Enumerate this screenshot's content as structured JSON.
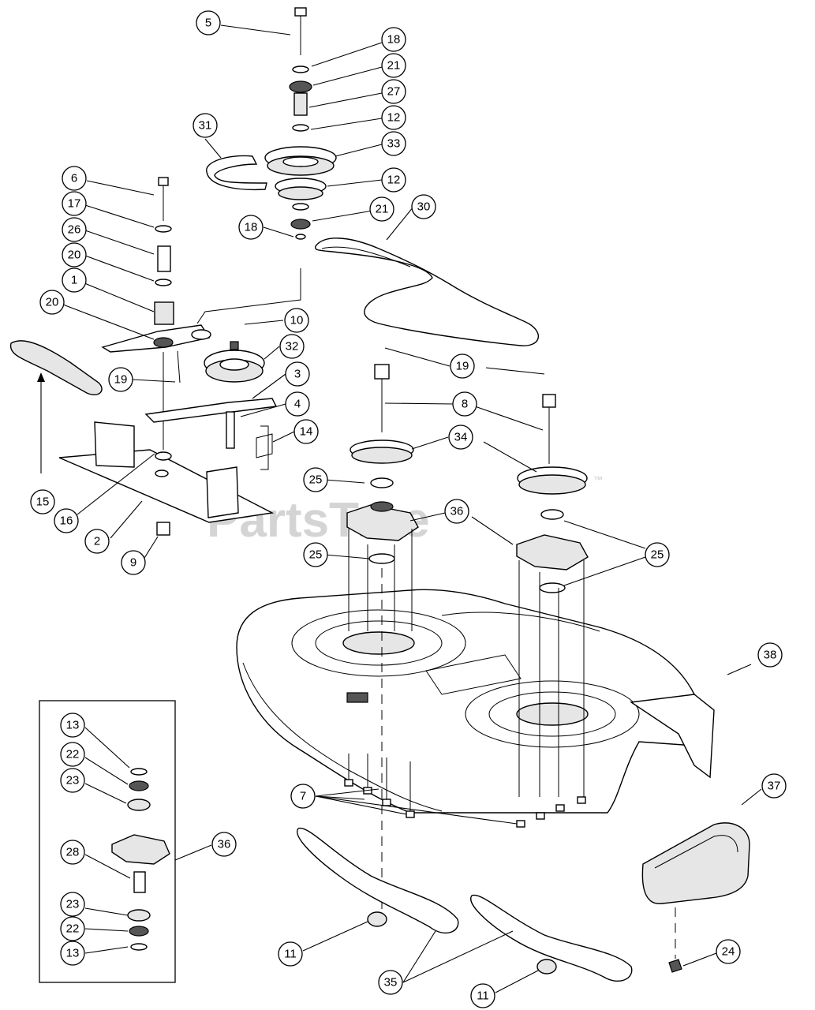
{
  "watermark": {
    "text": "PartsTree",
    "trademark": "™"
  },
  "callouts": [
    {
      "id": "c5",
      "label": "5"
    },
    {
      "id": "c18a",
      "label": "18"
    },
    {
      "id": "c21a",
      "label": "21"
    },
    {
      "id": "c27",
      "label": "27"
    },
    {
      "id": "c12a",
      "label": "12"
    },
    {
      "id": "c31",
      "label": "31"
    },
    {
      "id": "c33",
      "label": "33"
    },
    {
      "id": "c12b",
      "label": "12"
    },
    {
      "id": "c6",
      "label": "6"
    },
    {
      "id": "c21b",
      "label": "21"
    },
    {
      "id": "c30",
      "label": "30"
    },
    {
      "id": "c17",
      "label": "17"
    },
    {
      "id": "c18b",
      "label": "18"
    },
    {
      "id": "c26",
      "label": "26"
    },
    {
      "id": "c20a",
      "label": "20"
    },
    {
      "id": "c1",
      "label": "1"
    },
    {
      "id": "c20b",
      "label": "20"
    },
    {
      "id": "c10",
      "label": "10"
    },
    {
      "id": "c32",
      "label": "32"
    },
    {
      "id": "c19a",
      "label": "19"
    },
    {
      "id": "c19b",
      "label": "19"
    },
    {
      "id": "c3",
      "label": "3"
    },
    {
      "id": "c4",
      "label": "4"
    },
    {
      "id": "c8",
      "label": "8"
    },
    {
      "id": "c14",
      "label": "14"
    },
    {
      "id": "c34",
      "label": "34"
    },
    {
      "id": "c25a",
      "label": "25"
    },
    {
      "id": "c36a",
      "label": "36"
    },
    {
      "id": "c15",
      "label": "15"
    },
    {
      "id": "c16",
      "label": "16"
    },
    {
      "id": "c2",
      "label": "2"
    },
    {
      "id": "c9",
      "label": "9"
    },
    {
      "id": "c25b",
      "label": "25"
    },
    {
      "id": "c25c",
      "label": "25"
    },
    {
      "id": "c38",
      "label": "38"
    },
    {
      "id": "c13a",
      "label": "13"
    },
    {
      "id": "c22a",
      "label": "22"
    },
    {
      "id": "c23a",
      "label": "23"
    },
    {
      "id": "c36b",
      "label": "36"
    },
    {
      "id": "c28",
      "label": "28"
    },
    {
      "id": "c7",
      "label": "7"
    },
    {
      "id": "c37",
      "label": "37"
    },
    {
      "id": "c23b",
      "label": "23"
    },
    {
      "id": "c22b",
      "label": "22"
    },
    {
      "id": "c13b",
      "label": "13"
    },
    {
      "id": "c11a",
      "label": "11"
    },
    {
      "id": "c35",
      "label": "35"
    },
    {
      "id": "c24",
      "label": "24"
    },
    {
      "id": "c11b",
      "label": "11"
    }
  ]
}
